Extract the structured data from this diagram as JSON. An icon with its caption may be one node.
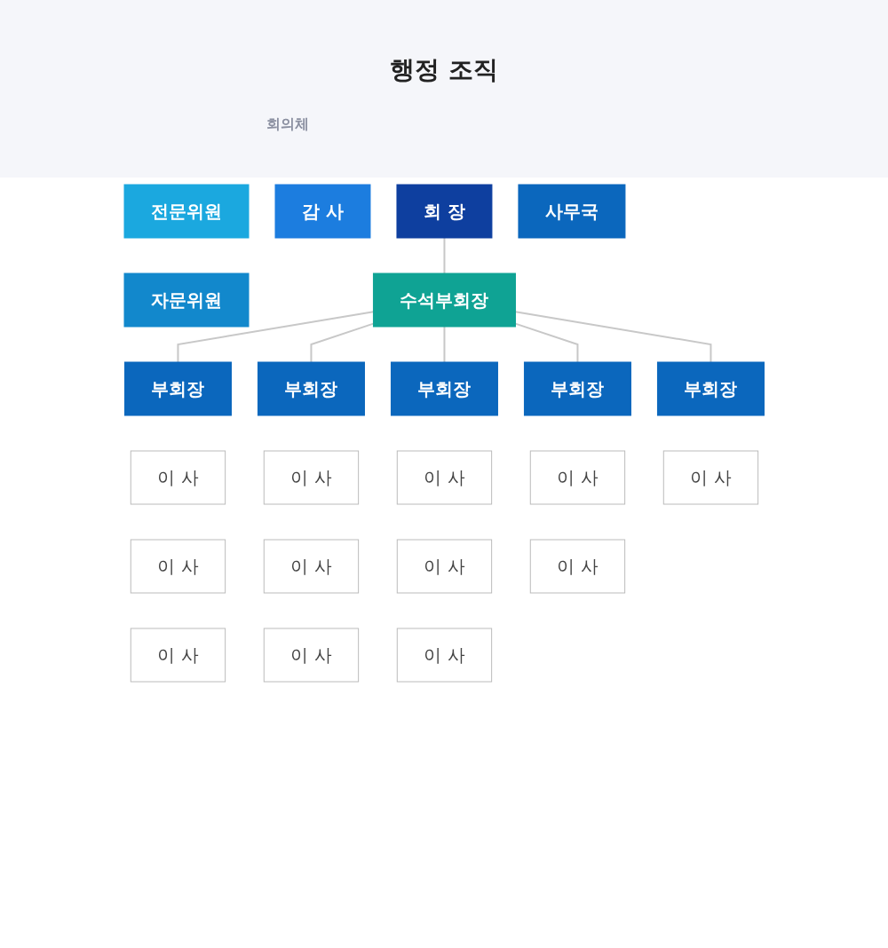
{
  "diagram": {
    "title": "행정 조직",
    "nodes": [
      {
        "text": [
          "전문위원"
        ]
      },
      {
        "text": [
          "자문위원"
        ]
      },
      {
        "text": [
          "감 사"
        ]
      },
      {
        "text": [
          "회 장"
        ]
      },
      {
        "text": [
          "사무국"
        ]
      },
      {
        "text": [
          "수석부회장"
        ]
      },
      {
        "text": [
          "부회장"
        ]
      },
      {
        "text": [
          "부회장"
        ]
      },
      {
        "text": [
          "부회장"
        ]
      },
      {
        "text": [
          "부회장"
        ]
      },
      {
        "text": [
          "부회장"
        ]
      },
      {
        "text": [
          "이 사"
        ]
      },
      {
        "text": [
          "이 사"
        ]
      },
      {
        "text": [
          "이 사"
        ]
      },
      {
        "text": [
          "이 사"
        ]
      },
      {
        "text": [
          "이 사"
        ]
      },
      {
        "text": [
          "이 사"
        ]
      },
      {
        "text": [
          "이 사"
        ]
      },
      {
        "text": [
          "이 사"
        ]
      },
      {
        "text": [
          "이 사"
        ]
      },
      {
        "text": [
          "이 사"
        ]
      },
      {
        "text": [
          "이 사"
        ]
      },
      {
        "text": [
          "이 사"
        ]
      }
    ],
    "edges": [
      {
        "from": 3,
        "to": 5,
        "arrow": "none"
      },
      {
        "from": 5,
        "to": 6,
        "arrow": "none"
      },
      {
        "from": 5,
        "to": 7,
        "arrow": "none"
      },
      {
        "from": 5,
        "to": 8,
        "arrow": "none"
      },
      {
        "from": 5,
        "to": 9,
        "arrow": "none"
      },
      {
        "from": 5,
        "to": 10,
        "arrow": "none"
      }
    ],
    "labels": [
      "회의체"
    ]
  }
}
